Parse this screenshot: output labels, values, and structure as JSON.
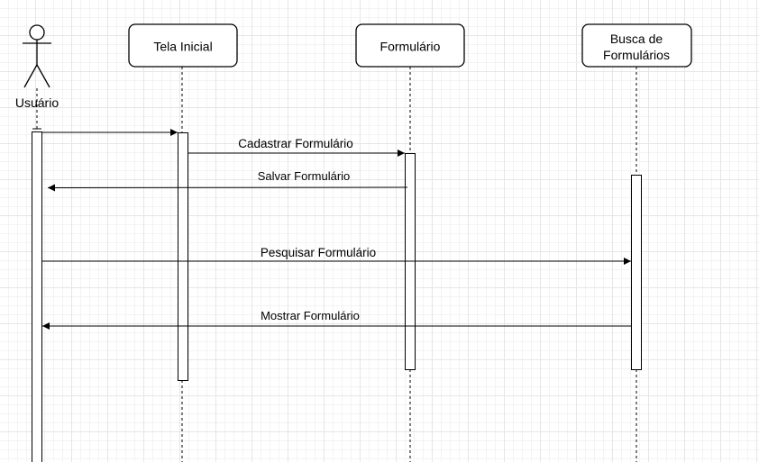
{
  "diagram": {
    "actor": {
      "label": "Usuário"
    },
    "participants": [
      {
        "label": "Tela Inicial"
      },
      {
        "label_lines": [
          "Busca de",
          "Formulários"
        ]
      },
      {
        "label": "Formulário"
      }
    ],
    "messages": [
      {
        "label": "Cadastrar Formulário"
      },
      {
        "label": "Salvar Formulário"
      },
      {
        "label": "Pesquisar Formulário"
      },
      {
        "label": "Mostrar Formulário"
      }
    ]
  }
}
